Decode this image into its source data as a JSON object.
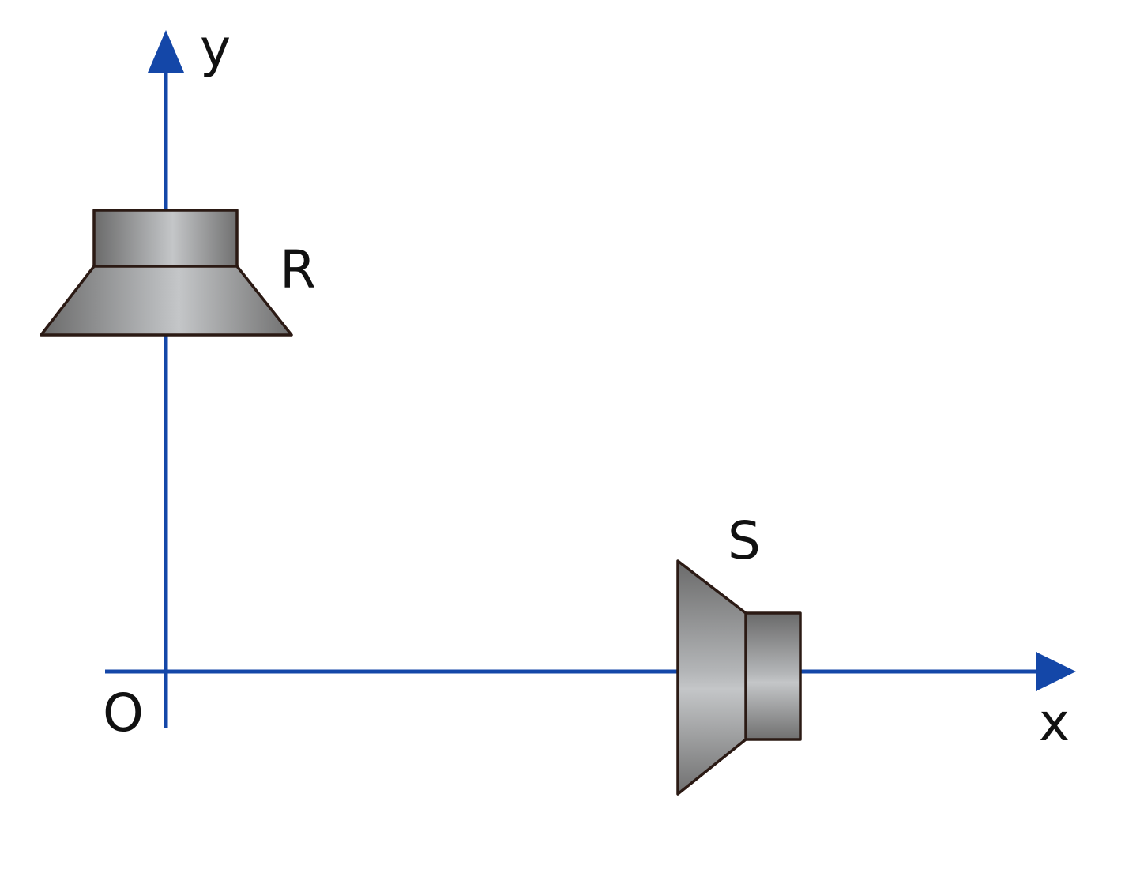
{
  "labels": {
    "y_axis": "y",
    "x_axis": "x",
    "origin": "O",
    "receiver": "R",
    "source": "S"
  },
  "colors": {
    "axis": "#1447a8",
    "speaker_outline": "#2b1a14",
    "speaker_body_dark": "#707070",
    "speaker_body_light": "#c4c6c8",
    "label_text": "#111111"
  }
}
